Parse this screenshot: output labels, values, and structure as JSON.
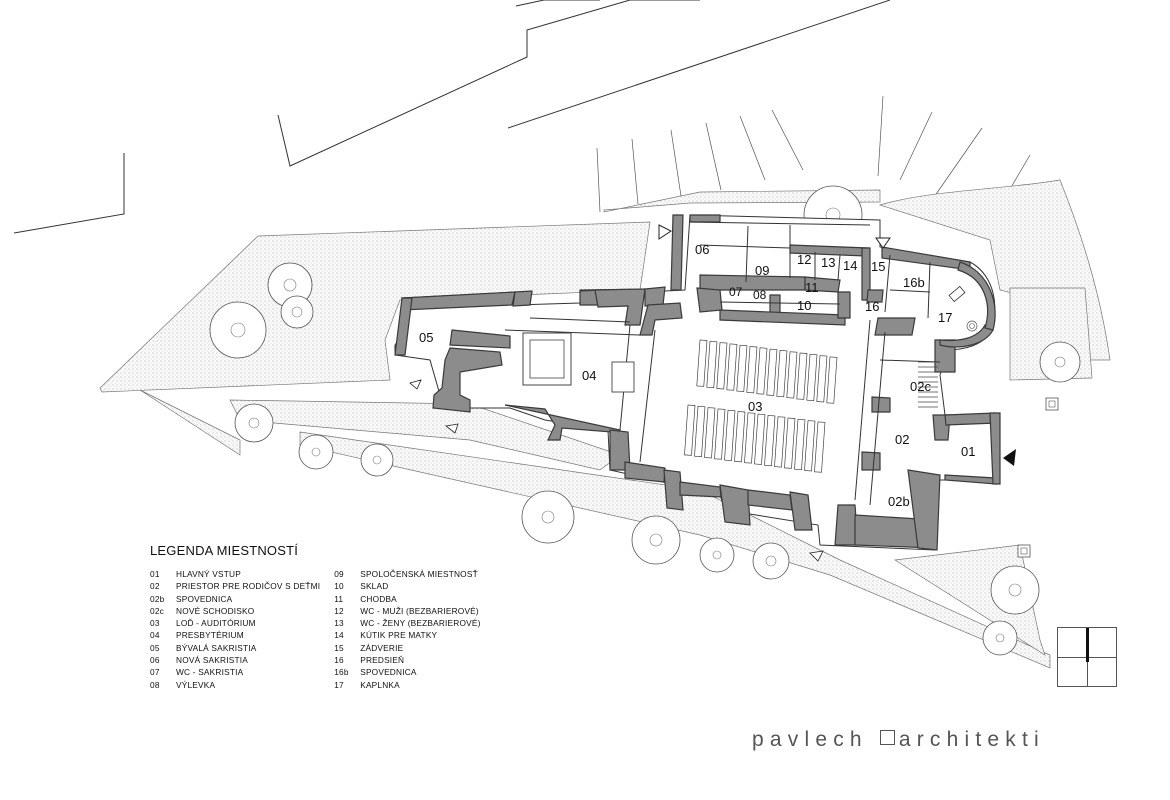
{
  "plan": {
    "rooms": [
      {
        "code": "01"
      },
      {
        "code": "02"
      },
      {
        "code": "02b"
      },
      {
        "code": "02c"
      },
      {
        "code": "03"
      },
      {
        "code": "04"
      },
      {
        "code": "05"
      },
      {
        "code": "06"
      },
      {
        "code": "07"
      },
      {
        "code": "08"
      },
      {
        "code": "09"
      },
      {
        "code": "10"
      },
      {
        "code": "11"
      },
      {
        "code": "12"
      },
      {
        "code": "13"
      },
      {
        "code": "14"
      },
      {
        "code": "15"
      },
      {
        "code": "16"
      },
      {
        "code": "16b"
      },
      {
        "code": "17"
      }
    ]
  },
  "legend": {
    "title": "LEGENDA MIESTNOSTÍ",
    "left": [
      {
        "code": "01",
        "name": "HLAVNÝ VSTUP"
      },
      {
        "code": "02",
        "name": "PRIESTOR PRE RODIČOV S DEŤMI"
      },
      {
        "code": "02b",
        "name": "SPOVEDNICA"
      },
      {
        "code": "02c",
        "name": "NOVÉ SCHODISKO"
      },
      {
        "code": "03",
        "name": "LOĎ - AUDITÓRIUM"
      },
      {
        "code": "04",
        "name": "PRESBYTÉRIUM"
      },
      {
        "code": "05",
        "name": "BÝVALÁ SAKRISTIA"
      },
      {
        "code": "06",
        "name": "NOVÁ SAKRISTIA"
      },
      {
        "code": "07",
        "name": "WC - SAKRISTIA"
      },
      {
        "code": "08",
        "name": "VÝLEVKA"
      }
    ],
    "right": [
      {
        "code": "09",
        "name": "SPOLOČENSKÁ MIESTNOSŤ"
      },
      {
        "code": "10",
        "name": "SKLAD"
      },
      {
        "code": "11",
        "name": "CHODBA"
      },
      {
        "code": "12",
        "name": "WC - MUŽI (BEZBARIEROVÉ)"
      },
      {
        "code": "13",
        "name": "WC - ŽENY (BEZBARIEROVÉ)"
      },
      {
        "code": "14",
        "name": "KÚTIK PRE MATKY"
      },
      {
        "code": "15",
        "name": "ZÁDVERIE"
      },
      {
        "code": "16",
        "name": "PREDSIEŇ"
      },
      {
        "code": "16b",
        "name": "SPOVEDNICA"
      },
      {
        "code": "17",
        "name": "KAPLNKA"
      }
    ]
  },
  "brand": {
    "part1": "pavlech",
    "part2": "architekti"
  }
}
